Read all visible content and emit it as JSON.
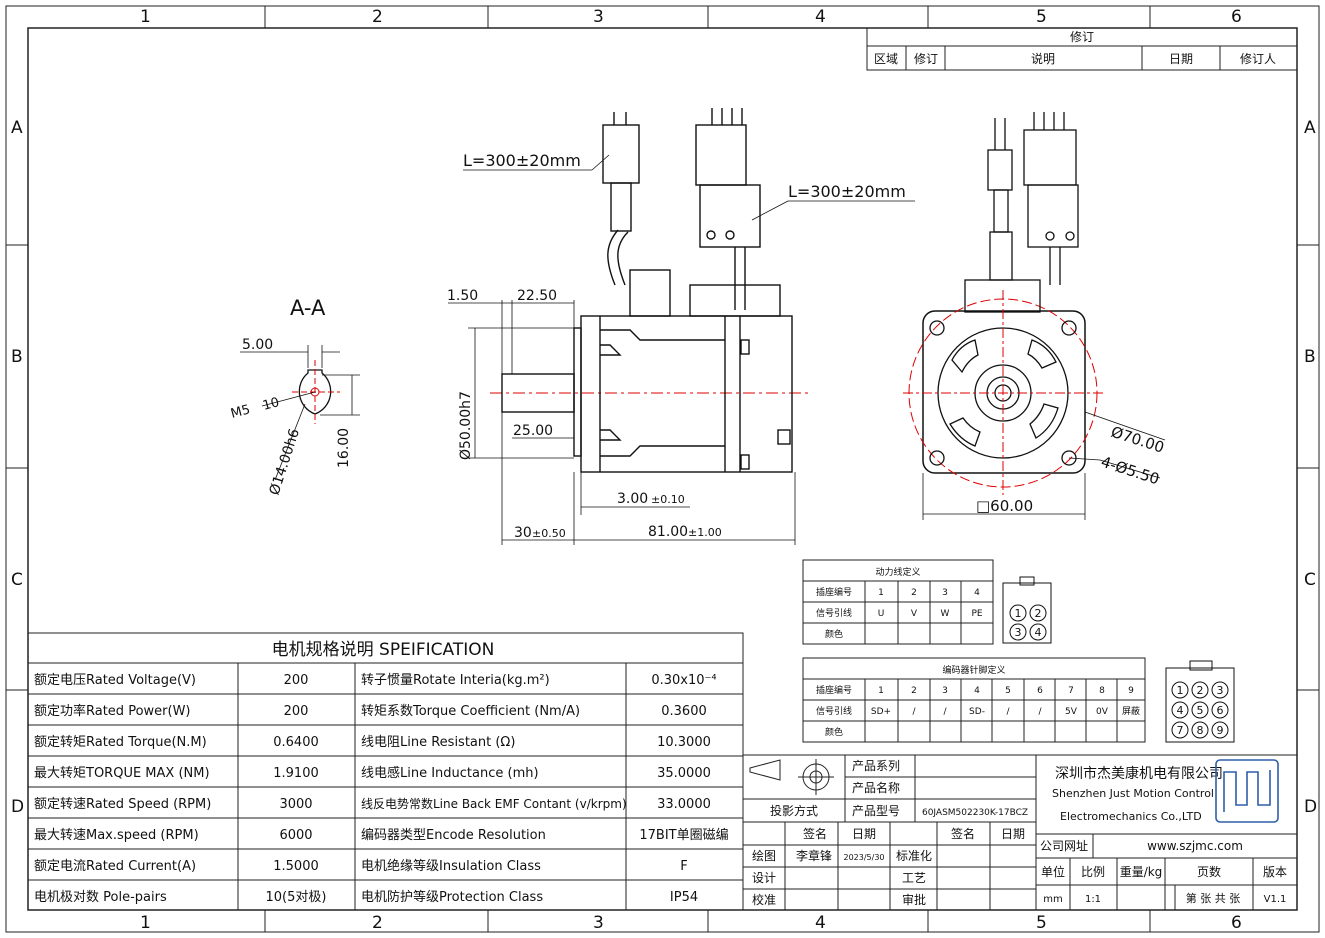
{
  "border": {
    "columns": [
      "1",
      "2",
      "3",
      "4",
      "5",
      "6"
    ],
    "rows": [
      "A",
      "B",
      "C",
      "D"
    ]
  },
  "revision": {
    "title": "修订",
    "headers": [
      "区域",
      "修订",
      "说明",
      "日期",
      "修订人"
    ]
  },
  "views": {
    "section_label": "A-A",
    "cable_left": "L=300±20mm",
    "cable_right": "L=300±20mm",
    "dims": {
      "key_width": "5.00",
      "thread": "M5",
      "thread_depth": "10",
      "shaft_dia": "Ø14.00h6",
      "key_height": "16.00",
      "d150": "1.50",
      "d2250": "22.50",
      "pilot_dia": "Ø50.00h7",
      "d2500": "25.00",
      "d300_main": "3.00",
      "d300_tol": "±0.10",
      "d30_main": "30",
      "d30_tol": "±0.50",
      "d81_main": "81.00",
      "d81_tol": "±1.00",
      "pcd": "Ø70.00",
      "holes": "4-Ø5.50",
      "square": "□60.00"
    }
  },
  "power_table": {
    "title": "动力线定义",
    "rows": [
      [
        "插座编号",
        "1",
        "2",
        "3",
        "4"
      ],
      [
        "信号引线",
        "U",
        "V",
        "W",
        "PE"
      ],
      [
        "颜色",
        "",
        "",
        "",
        ""
      ]
    ]
  },
  "encoder_table": {
    "title": "编码器针脚定义",
    "rows": [
      [
        "插座编号",
        "1",
        "2",
        "3",
        "4",
        "5",
        "6",
        "7",
        "8",
        "9"
      ],
      [
        "信号引线",
        "SD+",
        "/",
        "/",
        "SD-",
        "/",
        "/",
        "5V",
        "0V",
        "屏蔽"
      ],
      [
        "颜色",
        "",
        "",
        "",
        "",
        "",
        "",
        "",
        "",
        ""
      ]
    ]
  },
  "connector_pins_4": [
    "1",
    "2",
    "3",
    "4"
  ],
  "connector_pins_9": [
    "1",
    "2",
    "3",
    "4",
    "5",
    "6",
    "7",
    "8",
    "9"
  ],
  "spec_table": {
    "title": "电机规格说明 SPEIFICATION",
    "rows": [
      {
        "l": "额定电压Rated Voltage(V)",
        "lv": "200",
        "r": "转子惯量Rotate Interia(kg.m²)",
        "rv": "0.30x10⁻⁴"
      },
      {
        "l": "额定功率Rated Power(W)",
        "lv": "200",
        "r": "转矩系数Torque Coefficient (Nm/A)",
        "rv": "0.3600"
      },
      {
        "l": "额定转矩Rated Torque(N.M)",
        "lv": "0.6400",
        "r": "线电阻Line Resistant (Ω)",
        "rv": "10.3000"
      },
      {
        "l": "最大转矩TORQUE MAX (NM)",
        "lv": "1.9100",
        "r": "线电感Line Inductance (mh)",
        "rv": "35.0000"
      },
      {
        "l": "额定转速Rated Speed (RPM)",
        "lv": "3000",
        "r": "线反电势常数Line Back EMF Contant (v/krpm)",
        "rv": "33.0000"
      },
      {
        "l": "最大转速Max.speed (RPM)",
        "lv": "6000",
        "r": "编码器类型Encode Resolution",
        "rv": "17BIT单圈磁编"
      },
      {
        "l": "额定电流Rated Current(A)",
        "lv": "1.5000",
        "r": "电机绝缘等级Insulation Class",
        "rv": "F"
      },
      {
        "l": "电机极对数 Pole-pairs",
        "lv": "10(5对极)",
        "r": "电机防护等级Protection Class",
        "rv": "IP54"
      }
    ]
  },
  "title_block": {
    "product_series": "产品系列",
    "product_name": "产品名称",
    "projection": "投影方式",
    "product_model": "产品型号",
    "model_value": "60JASM502230K-17BCZ",
    "sign": "签名",
    "date": "日期",
    "sign2": "签名",
    "date2": "日期",
    "draw": "绘图",
    "drawer": "李章锋",
    "draw_date": "2023/5/30",
    "standardize": "标准化",
    "design": "设计",
    "process": "工艺",
    "check": "校准",
    "approve": "审批",
    "company_cn": "深圳市杰美康机电有限公司",
    "company_en1": "Shenzhen Just Motion Control",
    "company_en2": "Electromechanics Co.,LTD",
    "website_label": "公司网址",
    "website": "www.szjmc.com",
    "unit_label": "单位",
    "scale_label": "比例",
    "weight_label": "重量/kg",
    "pages_label": "页数",
    "version_label": "版本",
    "unit": "mm",
    "scale": "1:1",
    "pages": "第 张 共 张",
    "version": "V1.1"
  }
}
